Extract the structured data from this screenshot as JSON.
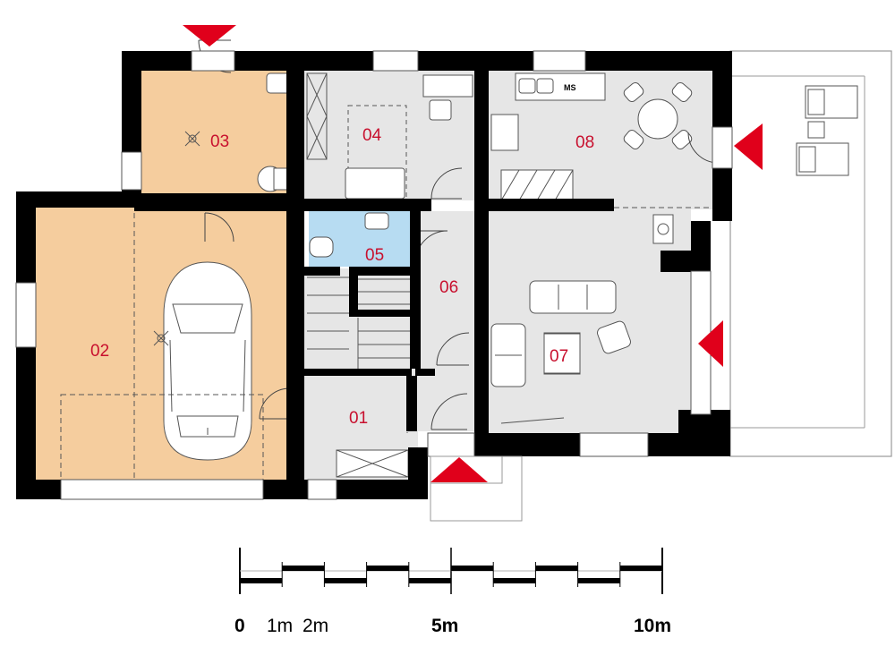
{
  "plan": {
    "rooms": [
      {
        "id": "room-01",
        "number": "01"
      },
      {
        "id": "room-02",
        "number": "02"
      },
      {
        "id": "room-03",
        "number": "03"
      },
      {
        "id": "room-04",
        "number": "04"
      },
      {
        "id": "room-05",
        "number": "05"
      },
      {
        "id": "room-06",
        "number": "06"
      },
      {
        "id": "room-07",
        "number": "07"
      },
      {
        "id": "room-08",
        "number": "08"
      }
    ],
    "appliance_label": "MS",
    "colors": {
      "wall": "#000000",
      "garage_utility_floor": "#f5cd9e",
      "bathroom_floor": "#b7dcf2",
      "interior_floor": "#e6e6e6",
      "room_number": "#c8102e",
      "entrance_arrow": "#e0001b"
    },
    "entrance_arrows": 4
  },
  "scale_bar": {
    "labels": [
      {
        "text": "0",
        "bold": true
      },
      {
        "text": "1m",
        "bold": false
      },
      {
        "text": "2m",
        "bold": false
      },
      {
        "text": "5m",
        "bold": true
      },
      {
        "text": "10m",
        "bold": true
      }
    ]
  }
}
